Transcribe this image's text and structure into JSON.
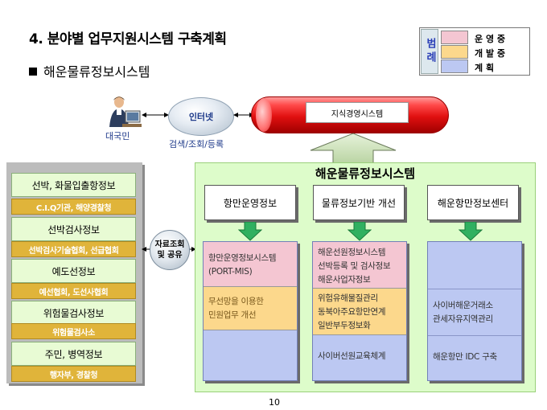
{
  "header": {
    "title": "4. 분야별 업무지원시스템 구축계획",
    "subtitle": "해운물류정보시스템"
  },
  "legend": {
    "label": "범례",
    "items": [
      {
        "text": "운 영 중",
        "color": "#f4c6d2"
      },
      {
        "text": "개 발 중",
        "color": "#fcd88c"
      },
      {
        "text": "계 획",
        "color": "#bcc8f2"
      }
    ]
  },
  "top": {
    "person_label": "대국민",
    "internet_label": "인터넷",
    "internet_caption": "검색/조회/등록",
    "knowledge_system": "지식경영시스템"
  },
  "left_panel": {
    "groups": [
      {
        "title": "선박, 화물입출항정보",
        "sub": "C.I.Q기관, 해양경찰청"
      },
      {
        "title": "선박검사정보",
        "sub": "선박검사기술협회, 선급협회"
      },
      {
        "title": "예도선정보",
        "sub": "예선협회, 도선사협회"
      },
      {
        "title": "위험물검사정보",
        "sub": "위험물검사소"
      },
      {
        "title": "주민, 병역정보",
        "sub": "행자부, 경찰청"
      }
    ],
    "exchange_label_1": "자료조회",
    "exchange_label_2": "및 공유"
  },
  "main": {
    "title": "해운물류정보시스템",
    "columns": [
      {
        "head": "항만운영정보",
        "pink": [
          "항만운영정보시스템",
          "(PORT-MIS)"
        ],
        "yellow": [
          "무선망을 이용한",
          "민원업무 개선"
        ],
        "blue": []
      },
      {
        "head": "물류정보기반 개선",
        "pink": [
          "해운선원정보시스템",
          "선박등록 및 검사정보",
          "해운사업자정보"
        ],
        "yellow": [
          "위험유해물질관리",
          "동북아주요항만연계",
          "일반부두정보화"
        ],
        "blue": [
          "사이버선원교육체계"
        ]
      },
      {
        "head": "해운항만정보센터",
        "pink": [],
        "yellow": [],
        "blue": [
          "사이버해운거래소",
          "관세자유지역관리",
          "해운항만 IDC 구축"
        ]
      }
    ]
  },
  "footer": {
    "page_number": "10"
  }
}
